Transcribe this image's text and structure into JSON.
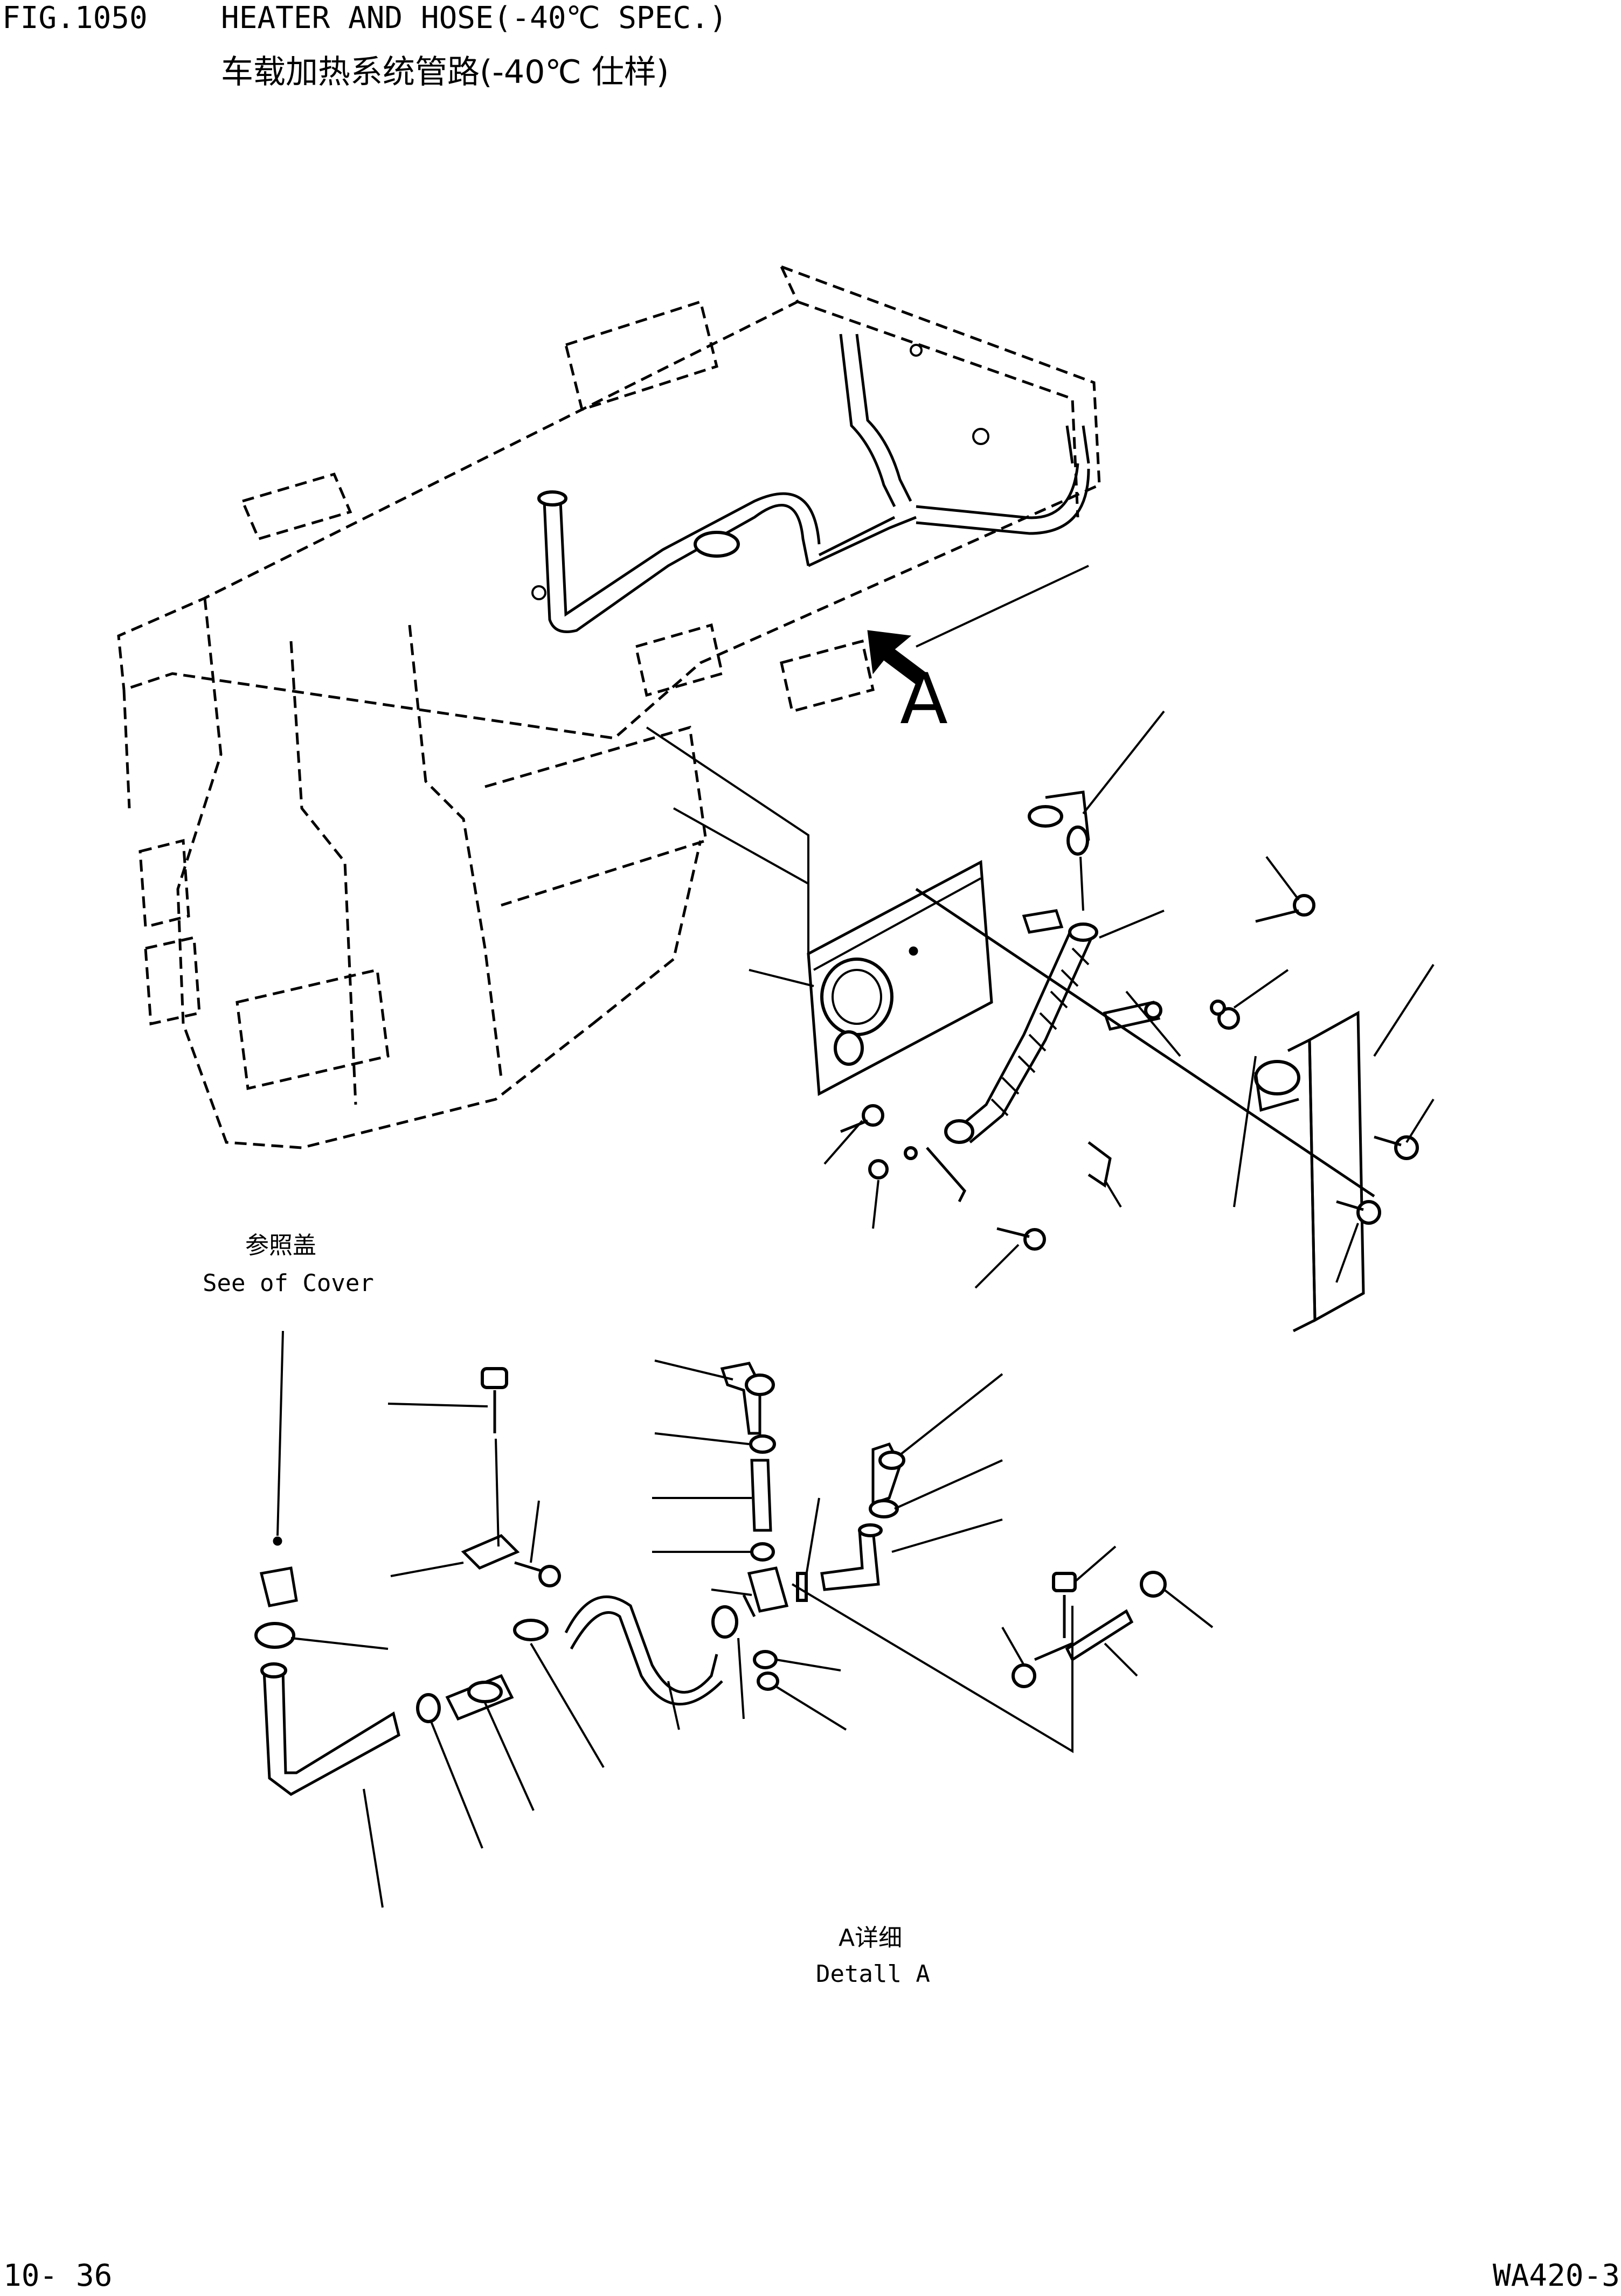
{
  "figure": {
    "number": "FIG.1050",
    "title_en": "HEATER AND HOSE(-40℃ SPEC.)",
    "title_zh": "车载加热系统管路(-40℃ 仕样)"
  },
  "labels": {
    "see_cover_zh": "参照盖",
    "see_cover_en": "See of Cover",
    "detail_zh": "A详细",
    "detail_en": "Detall A",
    "view_letter": "A"
  },
  "footer": {
    "page_number": "10- 36",
    "model_code": "WA420-3"
  },
  "icons": {
    "view-arrow": "arrow-up-left-icon"
  }
}
